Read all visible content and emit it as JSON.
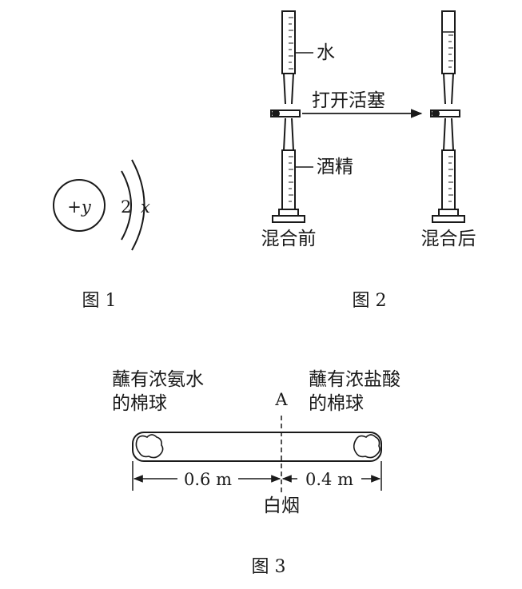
{
  "fig1": {
    "caption": "图 1",
    "nucleus": "+y",
    "electrons": "2",
    "x_label": "x"
  },
  "fig2": {
    "caption": "图 2",
    "label_water": "水",
    "label_alcohol": "酒精",
    "label_open": "打开活塞",
    "label_before": "混合前",
    "label_after": "混合后"
  },
  "fig3": {
    "caption": "图 3",
    "left_label_1": "蘸有浓氨水",
    "left_label_2": "的棉球",
    "right_label_1": "蘸有浓盐酸",
    "right_label_2": "的棉球",
    "point": "A",
    "dist_left": "0.6 m",
    "dist_right": "0.4 m",
    "smoke": "白烟"
  }
}
